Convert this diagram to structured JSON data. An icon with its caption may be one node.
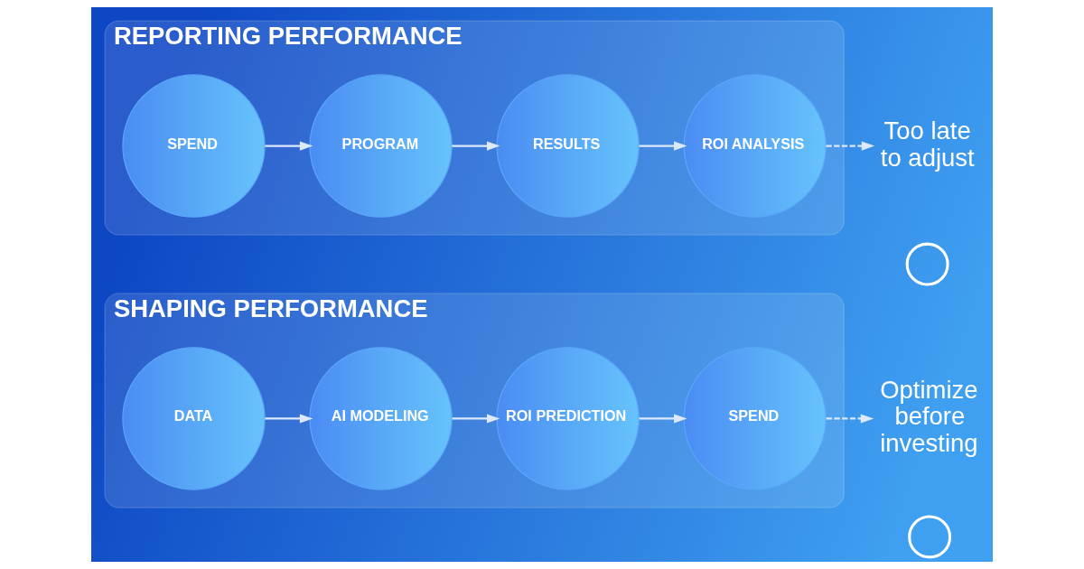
{
  "diagram": {
    "nodes": [
      {
        "text": [
          "REPORTING PERFORMANCE"
        ]
      },
      {
        "text": [
          "SPEND"
        ],
        "in": 0
      },
      {
        "text": [
          "PROGRAM"
        ],
        "in": 0
      },
      {
        "text": [
          "RESULTS"
        ],
        "in": 0
      },
      {
        "text": [
          "ROI ANALYSIS"
        ],
        "in": 0
      },
      {
        "text": [
          "Too late to adjust"
        ]
      },
      {
        "text": [],
        "shape": "circle"
      },
      {
        "text": [
          "SHAPING PERFORMANCE"
        ]
      },
      {
        "text": [
          "DATA"
        ],
        "in": 7
      },
      {
        "text": [
          "AI MODELING"
        ],
        "in": 7
      },
      {
        "text": [
          "ROI PREDICTION"
        ],
        "in": 7
      },
      {
        "text": [
          "SPEND"
        ],
        "in": 7
      },
      {
        "text": [
          "Optimize before investing"
        ]
      },
      {
        "text": [],
        "shape": "circle"
      }
    ],
    "edges": [
      {
        "from": 1,
        "to": 2,
        "arrow": "to"
      },
      {
        "from": 2,
        "to": 3,
        "arrow": "to"
      },
      {
        "from": 3,
        "to": 4,
        "arrow": "to"
      },
      {
        "from": 4,
        "to": 5,
        "arrow": "to",
        "style": "dashed"
      },
      {
        "from": 8,
        "to": 9,
        "arrow": "to"
      },
      {
        "from": 9,
        "to": 10,
        "arrow": "to"
      },
      {
        "from": 10,
        "to": 11,
        "arrow": "to"
      },
      {
        "from": 11,
        "to": 12,
        "arrow": "to",
        "style": "dashed"
      }
    ]
  }
}
